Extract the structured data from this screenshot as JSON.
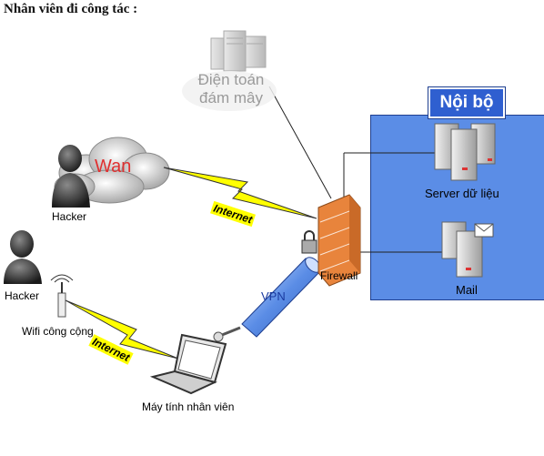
{
  "heading": "Nhân  viên đi công tác :",
  "cloud_computing": {
    "line1": "Điện toán",
    "line2": "đám mây"
  },
  "wan_cloud": {
    "label": "Wan"
  },
  "internal_zone": {
    "title": "Nội bộ"
  },
  "nodes": {
    "hacker_top": "Hacker",
    "hacker_left": "Hacker",
    "wifi": "Wifi công cộng",
    "laptop": "Máy tính nhân viên",
    "firewall": "Firewall",
    "server": "Server dữ liệu",
    "mail": "Mail"
  },
  "links": {
    "internet_top": "Internet",
    "internet_bottom": "Internet",
    "vpn": "VPN"
  },
  "colors": {
    "zone_fill": "#5b8de6",
    "zone_title": "#2f5fd0",
    "firewall": "#e8843c",
    "lightning": "#ffff00",
    "wan_text": "#e03030"
  }
}
